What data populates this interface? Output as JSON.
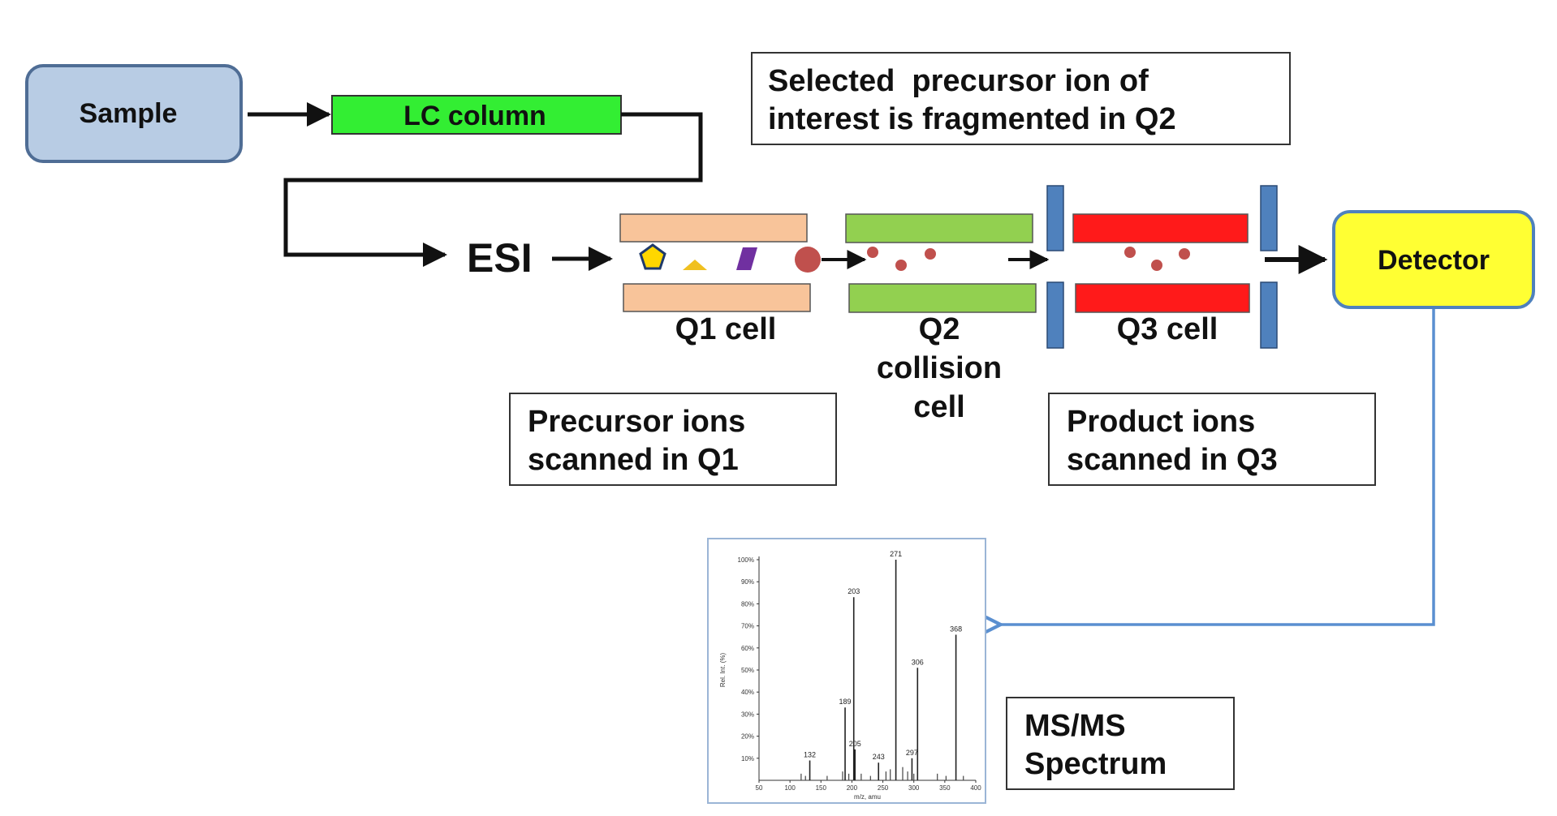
{
  "nodes": {
    "sample": "Sample",
    "lc_column": "LC column",
    "esi": "ESI",
    "detector": "Detector"
  },
  "notes": {
    "selected_precursor": [
      "Selected  precursor ion of",
      "interest is fragmented in Q2"
    ],
    "precursor_ions": [
      "Precursor ions",
      "scanned in Q1"
    ],
    "product_ions": [
      "Product ions",
      "scanned in Q3"
    ],
    "msms_spectrum": [
      "MS/MS",
      "Spectrum"
    ]
  },
  "cells": {
    "q1": [
      "Q1 cell"
    ],
    "q2": [
      "Q2",
      "collision",
      "cell"
    ],
    "q3": [
      "Q3 cell"
    ]
  },
  "colors": {
    "sample_fill": "#b8cce4",
    "sample_stroke": "#4f6d95",
    "lc_fill": "#33ee33",
    "q1_fill": "#f8c49a",
    "q2_fill": "#92d050",
    "q3_fill": "#ff1a1a",
    "plate_fill": "#4f81bd",
    "detector_fill": "#ffff33",
    "detector_stroke": "#4f81bd",
    "ion_fill": "#c0504d",
    "pentagon_fill": "#ffd700",
    "pentagon_stroke": "#1f3a6b",
    "triangle_fill": "#f0c020",
    "parallelogram_fill": "#7030a0",
    "link_blue": "#5a8fd0"
  },
  "spectrum": {
    "y_axis_label": "Rel. Int. (%)",
    "x_axis_label": "m/z, amu",
    "y_ticks": [
      "100%",
      "90%",
      "80%",
      "70%",
      "60%",
      "50%",
      "40%",
      "30%",
      "20%",
      "10%"
    ],
    "x_ticks": [
      "50",
      "100",
      "150",
      "200",
      "250",
      "300",
      "350",
      "400"
    ],
    "x_range": [
      50,
      400
    ],
    "y_range": [
      0,
      100
    ],
    "peaks": [
      {
        "mz": 132,
        "intensity": 9,
        "label": "132"
      },
      {
        "mz": 189,
        "intensity": 33,
        "label": "189"
      },
      {
        "mz": 203,
        "intensity": 83,
        "label": "203"
      },
      {
        "mz": 205,
        "intensity": 14,
        "label": "205"
      },
      {
        "mz": 243,
        "intensity": 8,
        "label": "243"
      },
      {
        "mz": 271,
        "intensity": 100,
        "label": "271"
      },
      {
        "mz": 297,
        "intensity": 10,
        "label": "297"
      },
      {
        "mz": 306,
        "intensity": 51,
        "label": "306"
      },
      {
        "mz": 368,
        "intensity": 66,
        "label": "368"
      }
    ],
    "minor_peaks": [
      {
        "mz": 118,
        "intensity": 3
      },
      {
        "mz": 125,
        "intensity": 2
      },
      {
        "mz": 160,
        "intensity": 2
      },
      {
        "mz": 185,
        "intensity": 4
      },
      {
        "mz": 195,
        "intensity": 3
      },
      {
        "mz": 215,
        "intensity": 3
      },
      {
        "mz": 230,
        "intensity": 2
      },
      {
        "mz": 255,
        "intensity": 4
      },
      {
        "mz": 262,
        "intensity": 5
      },
      {
        "mz": 282,
        "intensity": 6
      },
      {
        "mz": 290,
        "intensity": 4
      },
      {
        "mz": 300,
        "intensity": 3
      },
      {
        "mz": 338,
        "intensity": 3
      },
      {
        "mz": 352,
        "intensity": 2
      },
      {
        "mz": 380,
        "intensity": 2
      }
    ]
  }
}
